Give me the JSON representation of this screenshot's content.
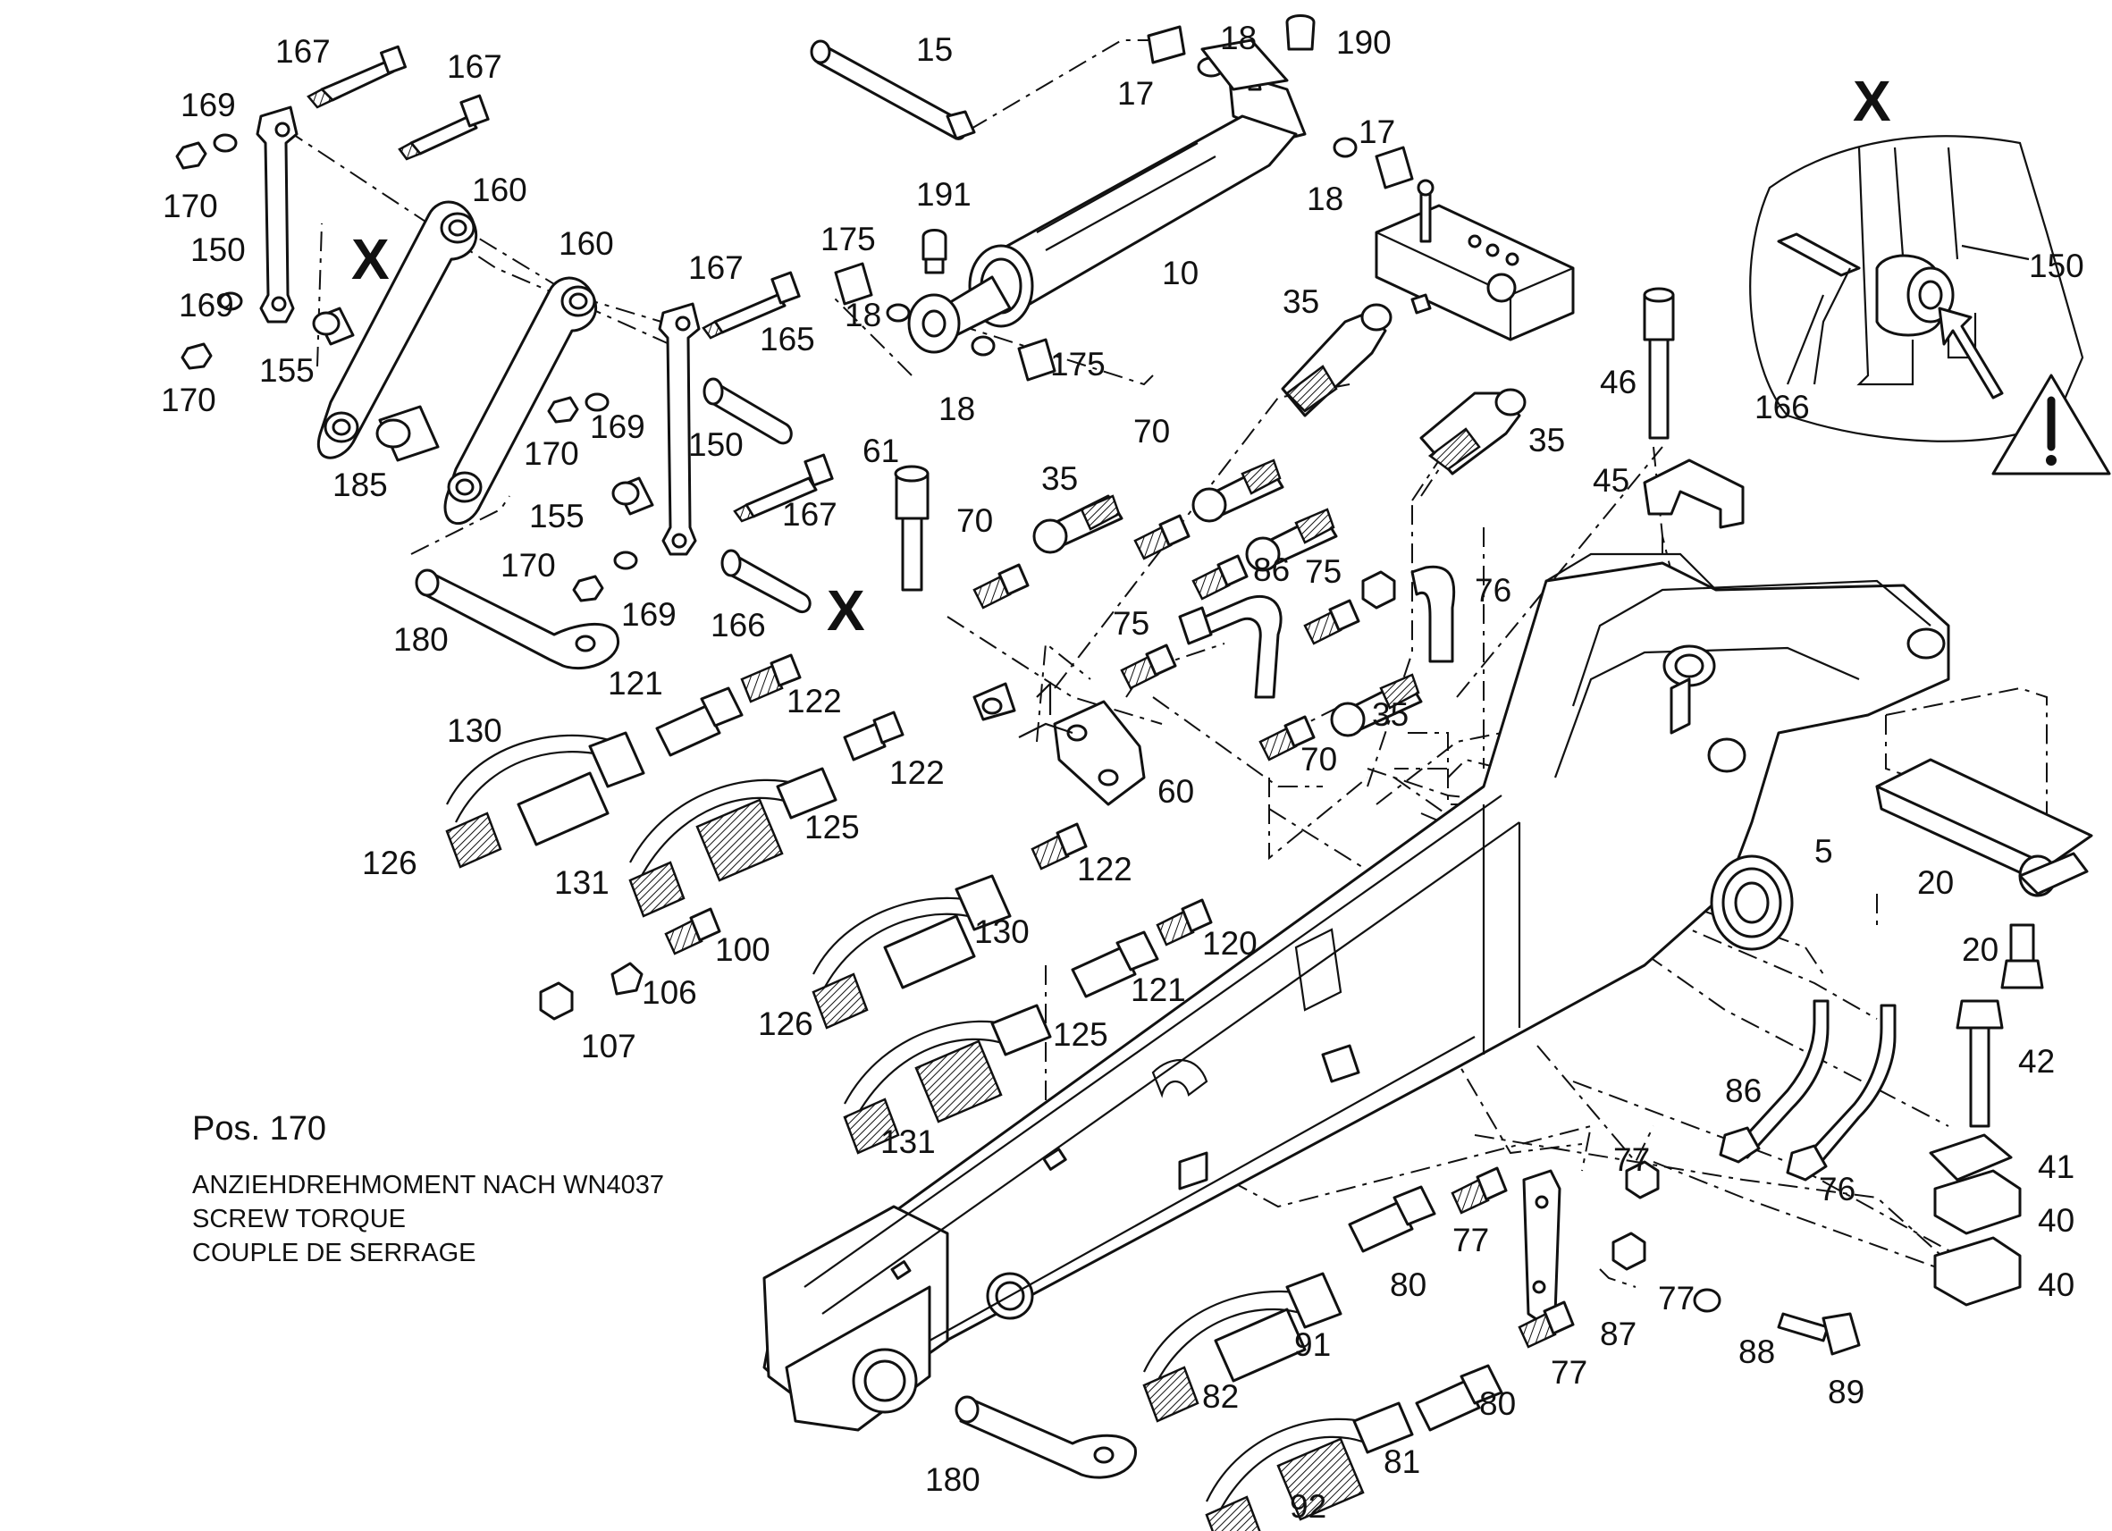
{
  "detail": {
    "marker_main": "X",
    "marker_boom": "X",
    "marker_left": "X"
  },
  "labels": {
    "p167a": "167",
    "p167b": "167",
    "p169a": "169",
    "p170a": "170",
    "p150a": "150",
    "p169b": "169",
    "p170b": "170",
    "p155a": "155",
    "p160a": "160",
    "p160b": "160",
    "p185": "185",
    "p170c": "170",
    "p169c": "169",
    "p155b": "155",
    "p170d": "170",
    "p169d": "169",
    "p180a": "180",
    "p167c": "167",
    "p165": "165",
    "p150b": "150",
    "p167d": "167",
    "p166a": "166",
    "p15": "15",
    "p17a": "17",
    "p18a": "18",
    "p190": "190",
    "p17b": "17",
    "p18b": "18",
    "p191": "191",
    "p175a": "175",
    "p18c": "18",
    "p10": "10",
    "p18d": "18",
    "p175b": "175",
    "p35a": "35",
    "p35b": "35",
    "p70a": "70",
    "p35c": "35",
    "p61": "61",
    "p70b": "70",
    "p86a": "86",
    "p75a": "75",
    "p76a": "76",
    "p75b": "75",
    "p35d": "35",
    "p70c": "70",
    "p60": "60",
    "p121a": "121",
    "p122a": "122",
    "p130a": "130",
    "p126a": "126",
    "p131a": "131",
    "p125a": "125",
    "p122b": "122",
    "p122c": "122",
    "p130b": "130",
    "p120": "120",
    "p100": "100",
    "p106": "106",
    "p107": "107",
    "p126b": "126",
    "p121b": "121",
    "p125b": "125",
    "p131b": "131",
    "p46": "46",
    "p45": "45",
    "p5": "5",
    "p20a": "20",
    "p20b": "20",
    "p42": "42",
    "p41": "41",
    "p40a": "40",
    "p40b": "40",
    "p86b": "86",
    "p76b": "76",
    "p77a": "77",
    "p77b": "77",
    "p77c": "77",
    "p77d": "77",
    "p80a": "80",
    "p80b": "80",
    "p91": "91",
    "p82": "82",
    "p87": "87",
    "p88": "88",
    "p89": "89",
    "p81": "81",
    "p92": "92",
    "p180b": "180",
    "p150c": "150",
    "p166b": "166"
  },
  "note": {
    "title": "Pos. 170",
    "line1": "ANZIEHDREHMOMENT  NACH WN4037",
    "line2": "SCREW TORQUE",
    "line3": "COUPLE DE SERRAGE"
  },
  "icons": {
    "warning": "warning-triangle-icon",
    "arrow": "pointer-arrow-icon"
  }
}
